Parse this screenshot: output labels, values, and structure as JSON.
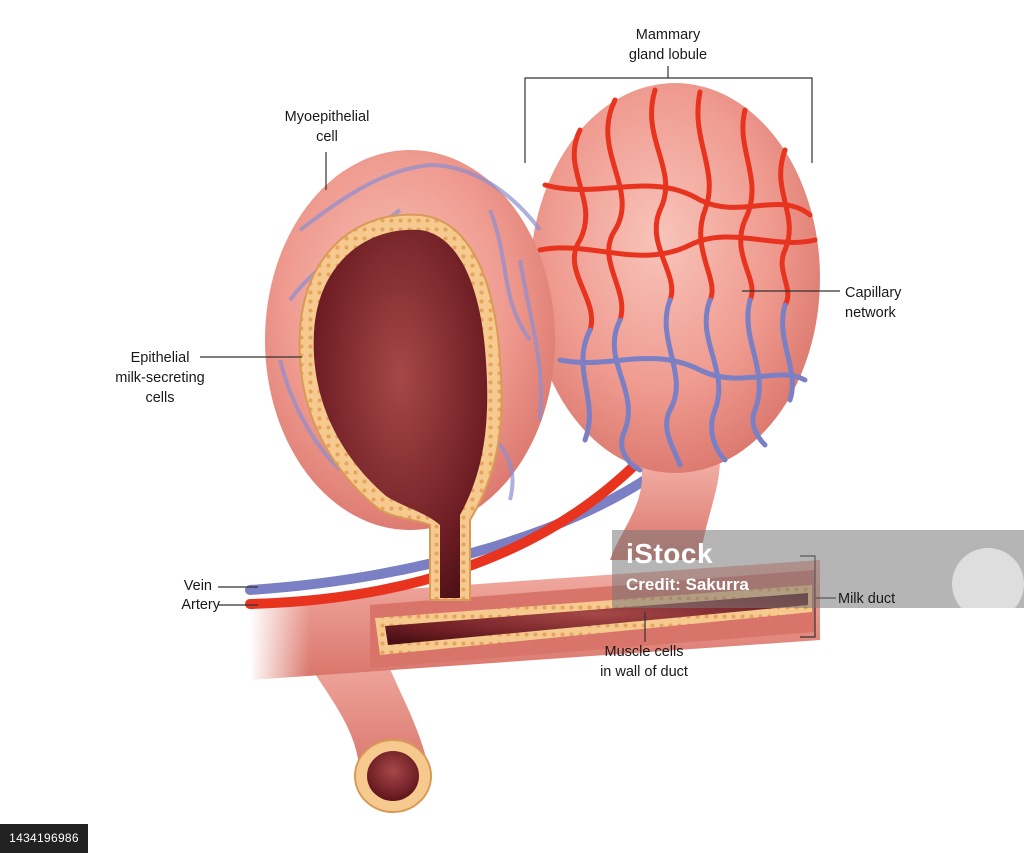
{
  "labels": {
    "mammary_gland_lobule": [
      "Mammary",
      "gland lobule"
    ],
    "myoepithelial_cell": [
      "Myoepithelial",
      "cell"
    ],
    "capillary_network": [
      "Capillary",
      "network"
    ],
    "epithelial_cells": [
      "Epithelial",
      "milk-secreting",
      "cells"
    ],
    "vein": "Vein",
    "artery": "Artery",
    "milk_duct": "Milk duct",
    "muscle_cells": [
      "Muscle cells",
      "in wall of duct"
    ]
  },
  "watermark": {
    "logo_text": "iStock",
    "credit_text": "Credit: Sakurra"
  },
  "stock_id": "1434196986",
  "colors": {
    "tissue": "#f0a096",
    "tissue_dark": "#d9746a",
    "lumen": "#6e1e24",
    "epithelium": "#f6c98f",
    "artery": "#e8331f",
    "vein": "#7b7fc4",
    "leader": "#333333"
  }
}
